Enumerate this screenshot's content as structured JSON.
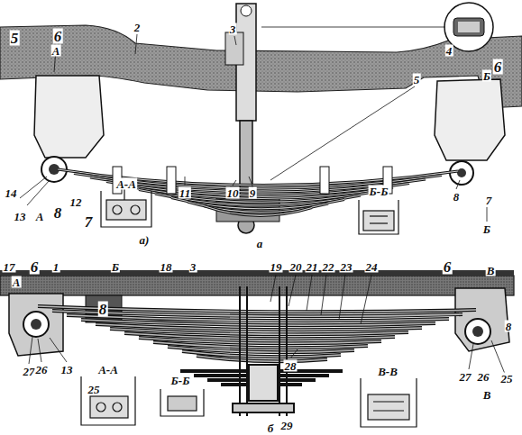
{
  "diagram": {
    "labels": [
      "5",
      "6",
      "2",
      "3",
      "4",
      "5",
      "6",
      "А",
      "Б",
      "14",
      "13",
      "А",
      "8",
      "12",
      "7",
      "11",
      "10",
      "9",
      "8",
      "7",
      "Б",
      "А-А",
      "Б-Б",
      "а)",
      "а",
      "17",
      "6",
      "1",
      "А",
      "Б",
      "18",
      "3",
      "8",
      "19",
      "20",
      "21",
      "22",
      "23",
      "24",
      "6",
      "В",
      "8",
      "27",
      "26",
      "13",
      "А-А",
      "25",
      "Б-Б",
      "В-В",
      "28",
      "29",
      "27",
      "26",
      "В",
      "25",
      "б"
    ]
  }
}
